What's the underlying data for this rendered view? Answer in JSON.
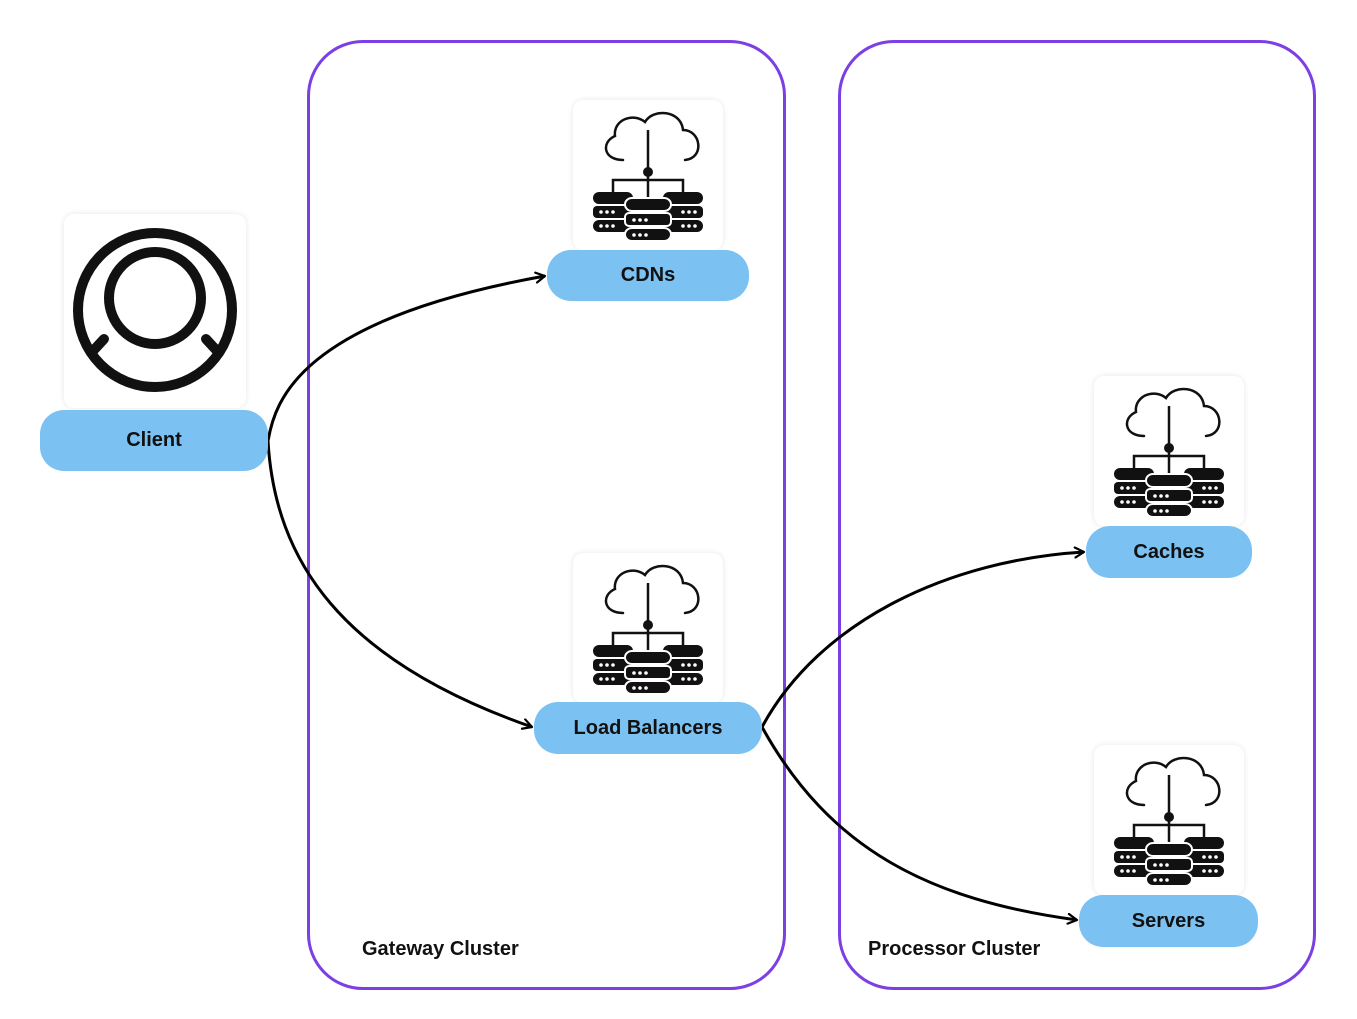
{
  "clusters": {
    "gateway": {
      "label": "Gateway Cluster"
    },
    "processor": {
      "label": "Processor Cluster"
    }
  },
  "nodes": {
    "client": {
      "label": "Client",
      "icon": "user-icon"
    },
    "cdns": {
      "label": "CDNs",
      "icon": "cloud-database-icon"
    },
    "load_balancers": {
      "label": "Load Balancers",
      "icon": "cloud-database-icon"
    },
    "caches": {
      "label": "Caches",
      "icon": "cloud-database-icon"
    },
    "servers": {
      "label": "Servers",
      "icon": "cloud-database-icon"
    }
  },
  "edges": [
    {
      "from": "Client",
      "to": "CDNs"
    },
    {
      "from": "Client",
      "to": "Load Balancers"
    },
    {
      "from": "Load Balancers",
      "to": "Caches"
    },
    {
      "from": "Load Balancers",
      "to": "Servers"
    }
  ],
  "colors": {
    "cluster_border": "#7b3fe4",
    "node_fill": "#7bc1f2",
    "edge": "#000000"
  }
}
